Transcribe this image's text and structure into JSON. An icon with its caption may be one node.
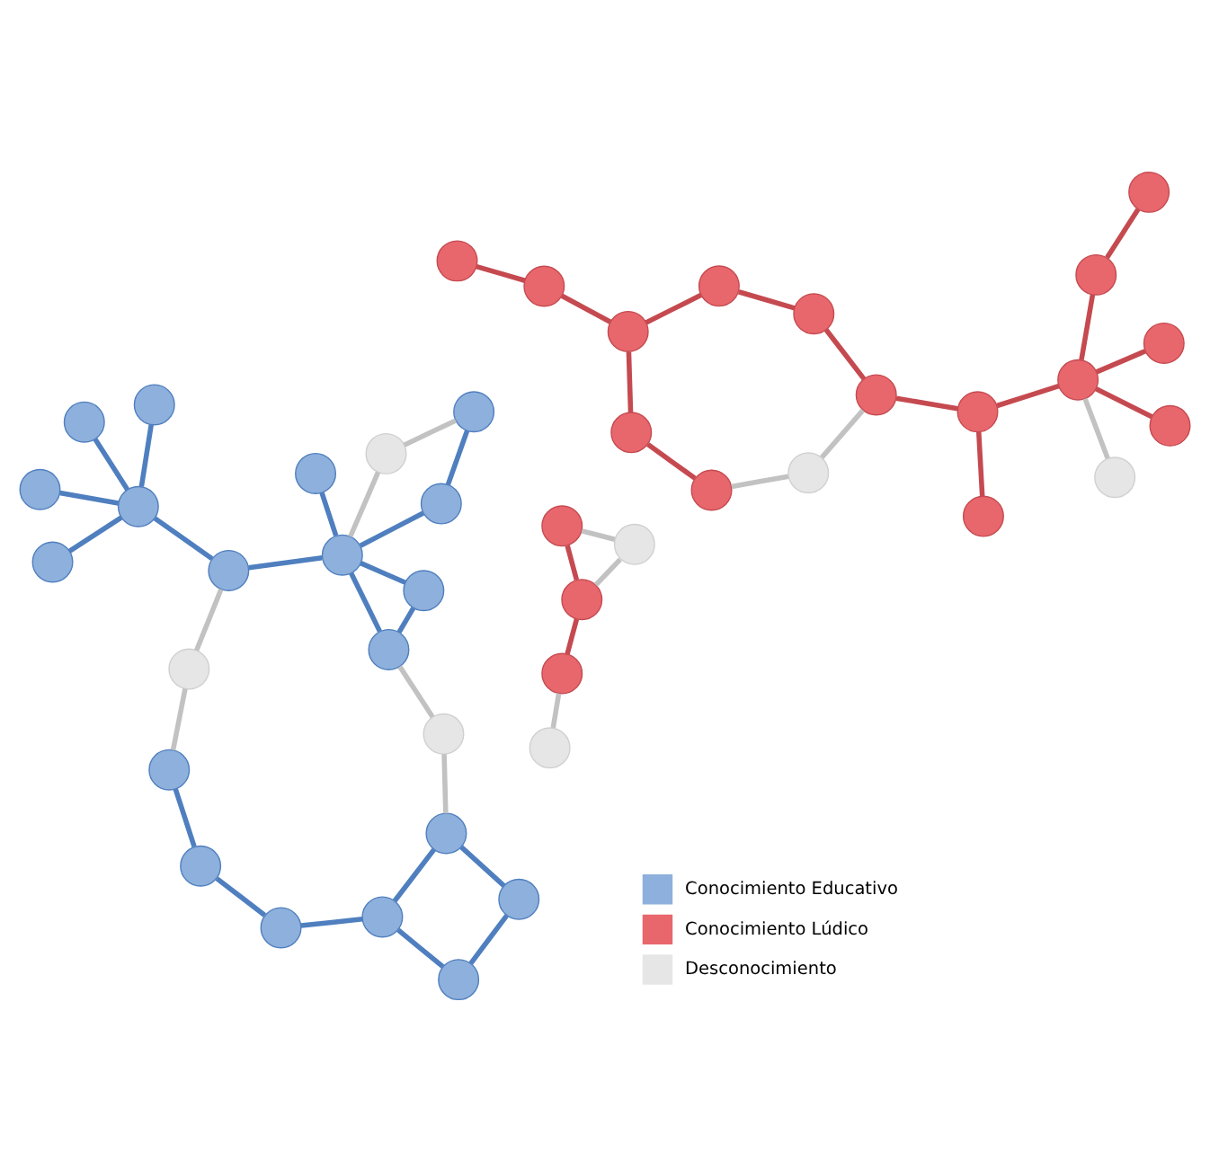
{
  "diagram": {
    "nodes": [
      {
        "text": [],
        "shape": "circle"
      },
      {
        "text": [],
        "shape": "circle"
      },
      {
        "text": [],
        "shape": "circle"
      },
      {
        "text": [],
        "shape": "circle"
      },
      {
        "text": [],
        "shape": "circle"
      },
      {
        "text": [],
        "shape": "circle"
      },
      {
        "text": [],
        "shape": "circle"
      },
      {
        "text": [],
        "shape": "circle"
      },
      {
        "text": [],
        "shape": "circle"
      },
      {
        "text": [],
        "shape": "circle"
      },
      {
        "text": [],
        "shape": "circle"
      },
      {
        "text": [],
        "shape": "circle"
      },
      {
        "text": [],
        "shape": "circle"
      },
      {
        "text": [],
        "shape": "circle"
      },
      {
        "text": [],
        "shape": "circle"
      },
      {
        "text": [],
        "shape": "circle"
      },
      {
        "text": [],
        "shape": "circle"
      },
      {
        "text": [],
        "shape": "circle"
      },
      {
        "text": [],
        "shape": "circle"
      },
      {
        "text": [],
        "shape": "circle"
      },
      {
        "text": [],
        "shape": "circle"
      },
      {
        "text": [],
        "shape": "circle"
      },
      {
        "text": [],
        "shape": "circle"
      },
      {
        "text": [],
        "shape": "circle"
      },
      {
        "text": [],
        "shape": "circle"
      },
      {
        "text": [],
        "shape": "circle"
      },
      {
        "text": [],
        "shape": "circle"
      },
      {
        "text": [],
        "shape": "circle"
      },
      {
        "text": [],
        "shape": "circle"
      },
      {
        "text": [],
        "shape": "circle"
      },
      {
        "text": [],
        "shape": "circle"
      },
      {
        "text": [],
        "shape": "circle"
      },
      {
        "text": [],
        "shape": "circle"
      },
      {
        "text": [],
        "shape": "circle"
      },
      {
        "text": [],
        "shape": "circle"
      },
      {
        "text": [],
        "shape": "circle"
      },
      {
        "text": [],
        "shape": "circle"
      },
      {
        "text": [],
        "shape": "circle"
      },
      {
        "text": [],
        "shape": "circle"
      },
      {
        "text": [],
        "shape": "circle"
      },
      {
        "text": [],
        "shape": "circle"
      },
      {
        "text": [],
        "shape": "circle"
      },
      {
        "text": [],
        "shape": "circle"
      },
      {
        "text": [],
        "shape": "circle"
      }
    ],
    "edges": [
      {
        "from": 0,
        "to": 2,
        "arrow": "none"
      },
      {
        "from": 0,
        "to": 3,
        "arrow": "none"
      },
      {
        "from": 3,
        "to": 8,
        "arrow": "none"
      },
      {
        "from": 2,
        "to": 7,
        "arrow": "none"
      },
      {
        "from": 2,
        "to": 13,
        "arrow": "none"
      },
      {
        "from": 7,
        "to": 14,
        "arrow": "none"
      },
      {
        "from": 13,
        "to": 14,
        "arrow": "none"
      },
      {
        "from": 12,
        "to": 18,
        "arrow": "none"
      },
      {
        "from": 12,
        "to": 19,
        "arrow": "none"
      },
      {
        "from": 18,
        "to": 19,
        "arrow": "none"
      },
      {
        "from": 19,
        "to": 20,
        "arrow": "none"
      },
      {
        "from": 19,
        "to": 26,
        "arrow": "none"
      },
      {
        "from": 19,
        "to": 32,
        "arrow": "none"
      },
      {
        "from": 32,
        "to": 38,
        "arrow": "none"
      },
      {
        "from": 20,
        "to": 33,
        "arrow": "none"
      },
      {
        "from": 33,
        "to": 28,
        "arrow": "none"
      },
      {
        "from": 33,
        "to": 34,
        "arrow": "none"
      },
      {
        "from": 33,
        "to": 39,
        "arrow": "none"
      },
      {
        "from": 33,
        "to": 42,
        "arrow": "none"
      },
      {
        "from": 6,
        "to": 12,
        "arrow": "none",
        "color": "#c2c2c2"
      },
      {
        "from": 6,
        "to": 13,
        "arrow": "none",
        "color": "#c2c2c2"
      },
      {
        "from": 19,
        "to": 27,
        "arrow": "none",
        "color": "#c2c2c2"
      },
      {
        "from": 27,
        "to": 38,
        "arrow": "none",
        "color": "#c2c2c2"
      },
      {
        "from": 20,
        "to": 21,
        "arrow": "none",
        "color": "#c2c2c2"
      },
      {
        "from": 21,
        "to": 8,
        "arrow": "none",
        "color": "#c2c2c2"
      },
      {
        "from": 22,
        "to": 9,
        "arrow": "none",
        "color": "#c2c2c2"
      },
      {
        "from": 22,
        "to": 15,
        "arrow": "none",
        "color": "#c2c2c2"
      },
      {
        "from": 4,
        "to": 10,
        "arrow": "none",
        "color": "#c2c2c2"
      },
      {
        "from": 23,
        "to": 24,
        "arrow": "none",
        "color": "#c2c2c2"
      },
      {
        "from": 24,
        "to": 31,
        "arrow": "none",
        "color": "#c2c2c2"
      },
      {
        "from": 36,
        "to": 41,
        "arrow": "none",
        "color": "#c2c2c2"
      },
      {
        "from": 1,
        "to": 5,
        "arrow": "none",
        "color": "#c54a50"
      },
      {
        "from": 5,
        "to": 11,
        "arrow": "none",
        "color": "#c54a50"
      },
      {
        "from": 4,
        "to": 9,
        "arrow": "none",
        "color": "#c54a50"
      },
      {
        "from": 9,
        "to": 15,
        "arrow": "none",
        "color": "#c54a50"
      },
      {
        "from": 11,
        "to": 16,
        "arrow": "none",
        "color": "#c54a50"
      },
      {
        "from": 11,
        "to": 17,
        "arrow": "none",
        "color": "#c54a50"
      },
      {
        "from": 16,
        "to": 23,
        "arrow": "none",
        "color": "#c54a50"
      },
      {
        "from": 17,
        "to": 25,
        "arrow": "none",
        "color": "#c54a50"
      },
      {
        "from": 25,
        "to": 31,
        "arrow": "none",
        "color": "#c54a50"
      },
      {
        "from": 29,
        "to": 30,
        "arrow": "none",
        "color": "#c54a50"
      },
      {
        "from": 30,
        "to": 31,
        "arrow": "none",
        "color": "#c54a50"
      },
      {
        "from": 30,
        "to": 36,
        "arrow": "none",
        "color": "#c54a50"
      },
      {
        "from": 35,
        "to": 36,
        "arrow": "none",
        "color": "#c54a50"
      },
      {
        "from": 36,
        "to": 37,
        "arrow": "none",
        "color": "#c54a50"
      },
      {
        "from": 35,
        "to": 40,
        "arrow": "none",
        "color": "#c54a50"
      },
      {
        "from": 36,
        "to": 43,
        "arrow": "none",
        "color": "#c54a50"
      }
    ],
    "legend": [
      {
        "text": "Conocimiento Educativo",
        "color": "#8eb0dc"
      },
      {
        "text": "Conocimiento Lúdico",
        "color": "#e8676c"
      },
      {
        "text": "Desconocimiento",
        "color": "#e6e6e6"
      }
    ]
  }
}
